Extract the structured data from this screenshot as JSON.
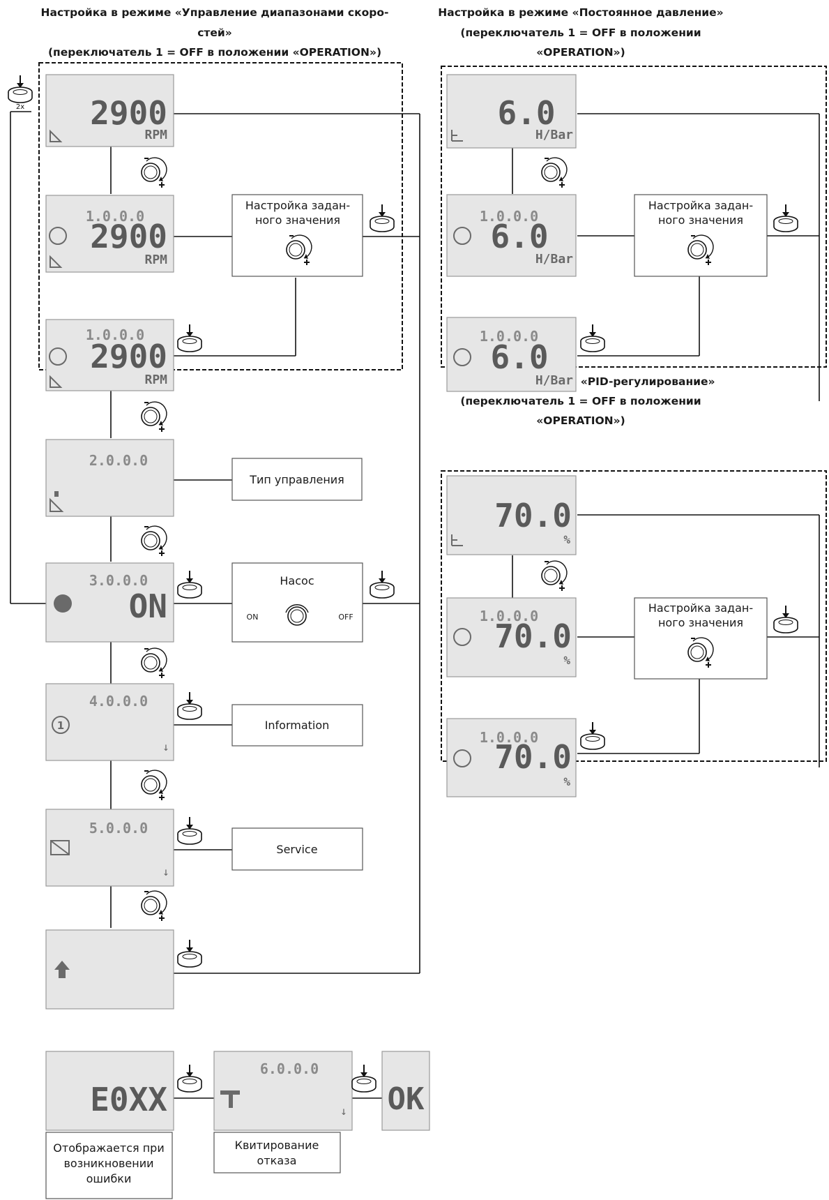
{
  "headings": {
    "left_line1": "Настройка в режиме «Управление диапазонами скоро-",
    "left_line2": "стей»",
    "left_line3": "(переключатель 1 = OFF в положении «OPERATION»)",
    "right1_line1": "Настройка в режиме «Постоянное давление»",
    "right1_line2": "(переключатель 1 = OFF в положении",
    "right1_line3": "«OPERATION»)",
    "right2_line1": "Настройка в режиме «PID-регулирование»",
    "right2_line2": "(переключатель 1 = OFF в положении",
    "right2_line3": "«OPERATION»)"
  },
  "press_hint": "2x",
  "displays": {
    "l1": {
      "value": "2900",
      "unit": "RPM"
    },
    "l2": {
      "code": "1.0.0.0",
      "value": "2900",
      "unit": "RPM"
    },
    "l3": {
      "code": "1.0.0.0",
      "value": "2900",
      "unit": "RPM"
    },
    "m1": {
      "code": "2.0.0.0"
    },
    "m2": {
      "code": "3.0.0.0",
      "value": "ON"
    },
    "m3": {
      "code": "4.0.0.0"
    },
    "m4": {
      "code": "5.0.0.0"
    },
    "err": {
      "value": "E0XX"
    },
    "ack": {
      "code": "6.0.0.0"
    },
    "ok": {
      "value": "OK"
    },
    "p1": {
      "value": "6.0",
      "unit": "H/Bar"
    },
    "p2": {
      "code": "1.0.0.0",
      "value": "6.0",
      "unit": "H/Bar"
    },
    "p3": {
      "code": "1.0.0.0",
      "value": "6.0",
      "unit": "H/Bar"
    },
    "d1": {
      "value": "70.0",
      "unit": "%"
    },
    "d2": {
      "code": "1.0.0.0",
      "value": "70.0",
      "unit": "%"
    },
    "d3": {
      "code": "1.0.0.0",
      "value": "70.0",
      "unit": "%"
    }
  },
  "boxes": {
    "setpoint_line1": "Настройка задан-",
    "setpoint_line2": "ного значения",
    "control_type": "Тип управления",
    "pump_title": "Насос",
    "pump_on": "ON",
    "pump_off": "OFF",
    "information": "Information",
    "service": "Service",
    "error_line1": "Отображается при",
    "error_line2": "возникновении",
    "error_line3": "ошибки",
    "ack_line1": "Квитирование",
    "ack_line2": "отказа"
  }
}
